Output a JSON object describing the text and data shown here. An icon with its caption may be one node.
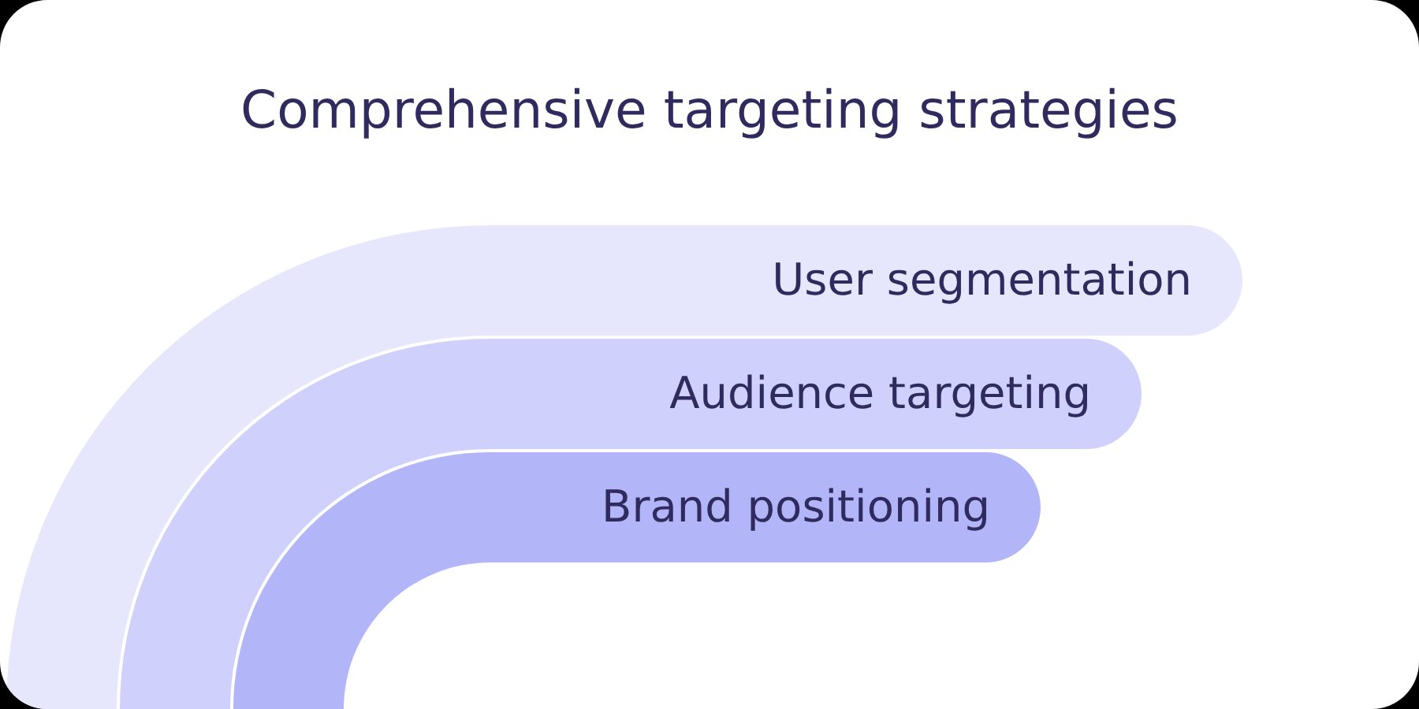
{
  "diagram": {
    "title": "Comprehensive targeting strategies",
    "nodes": [
      {
        "text": [
          "User segmentation"
        ]
      },
      {
        "text": [
          "Audience targeting"
        ]
      },
      {
        "text": [
          "Brand positioning"
        ]
      }
    ]
  }
}
